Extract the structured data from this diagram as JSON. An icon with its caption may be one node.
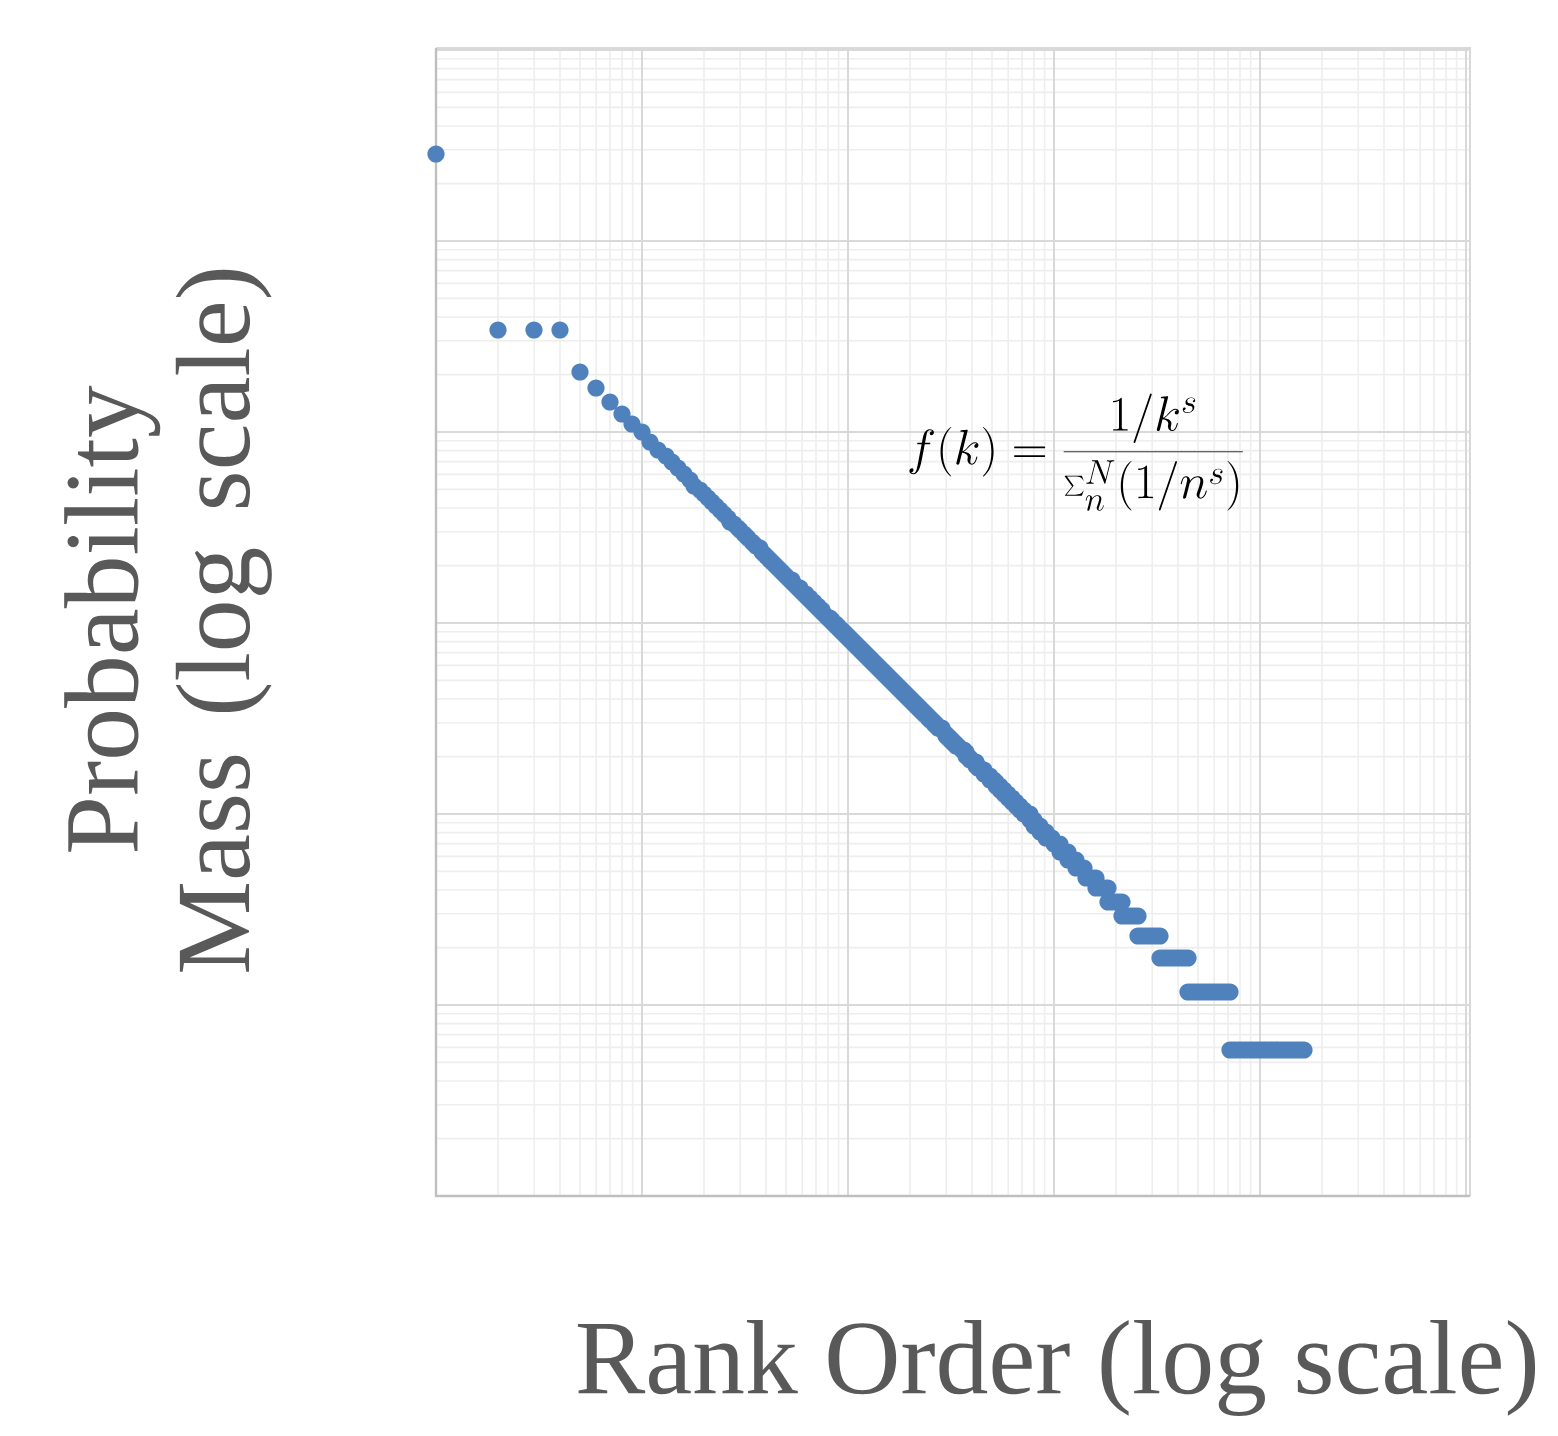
{
  "diagram": {
    "labels": [
      "Probability Mass (log scale)",
      "Rank Order (log scale)",
      "f(k) = \\frac{1/k^s}{\\sum_n^N (1/n^s)}"
    ]
  }
}
